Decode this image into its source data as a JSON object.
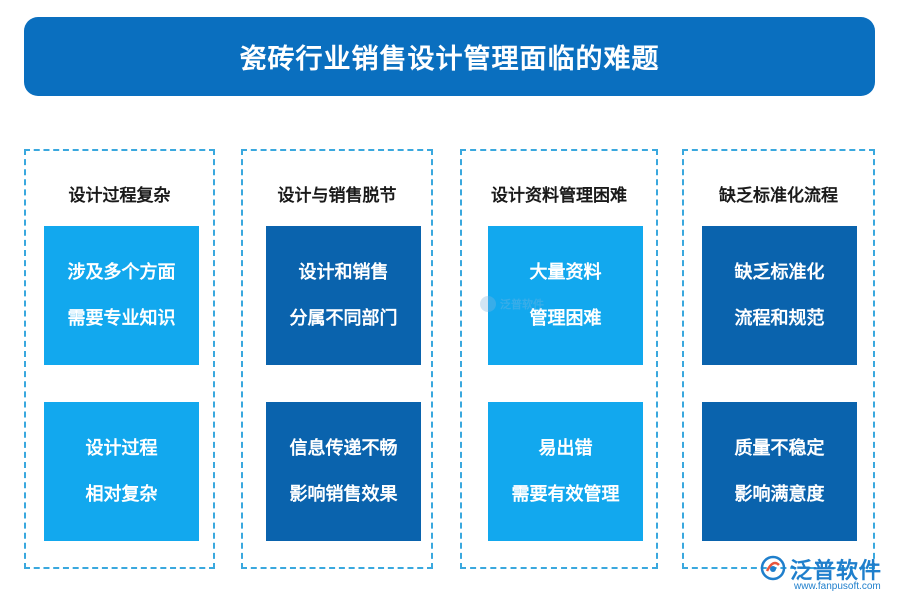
{
  "title": "瓷砖行业销售设计管理面临的难题",
  "columns": [
    {
      "title": "设计过程复杂",
      "cards": [
        {
          "lines": [
            "涉及多个方面",
            "需要专业知识"
          ]
        },
        {
          "lines": [
            "设计过程",
            "相对复杂"
          ]
        }
      ]
    },
    {
      "title": "设计与销售脱节",
      "cards": [
        {
          "lines": [
            "设计和销售",
            "分属不同部门"
          ]
        },
        {
          "lines": [
            "信息传递不畅",
            "影响销售效果"
          ]
        }
      ]
    },
    {
      "title": "设计资料管理困难",
      "cards": [
        {
          "lines": [
            "大量资料",
            "管理困难"
          ]
        },
        {
          "lines": [
            "易出错",
            "需要有效管理"
          ]
        }
      ]
    },
    {
      "title": "缺乏标准化流程",
      "cards": [
        {
          "lines": [
            "缺乏标准化",
            "流程和规范"
          ]
        },
        {
          "lines": [
            "质量不稳定",
            "影响满意度"
          ]
        }
      ]
    }
  ],
  "colors": {
    "banner": "#0a6fbf",
    "card_light": "#12a8ee",
    "card_dark": "#0a63ad",
    "border": "#3aa8de"
  },
  "watermark": "泛普软件",
  "logo": {
    "name": "泛普软件",
    "url": "www.fanpusoft.com",
    "icon": "fanpu-logo-icon"
  }
}
